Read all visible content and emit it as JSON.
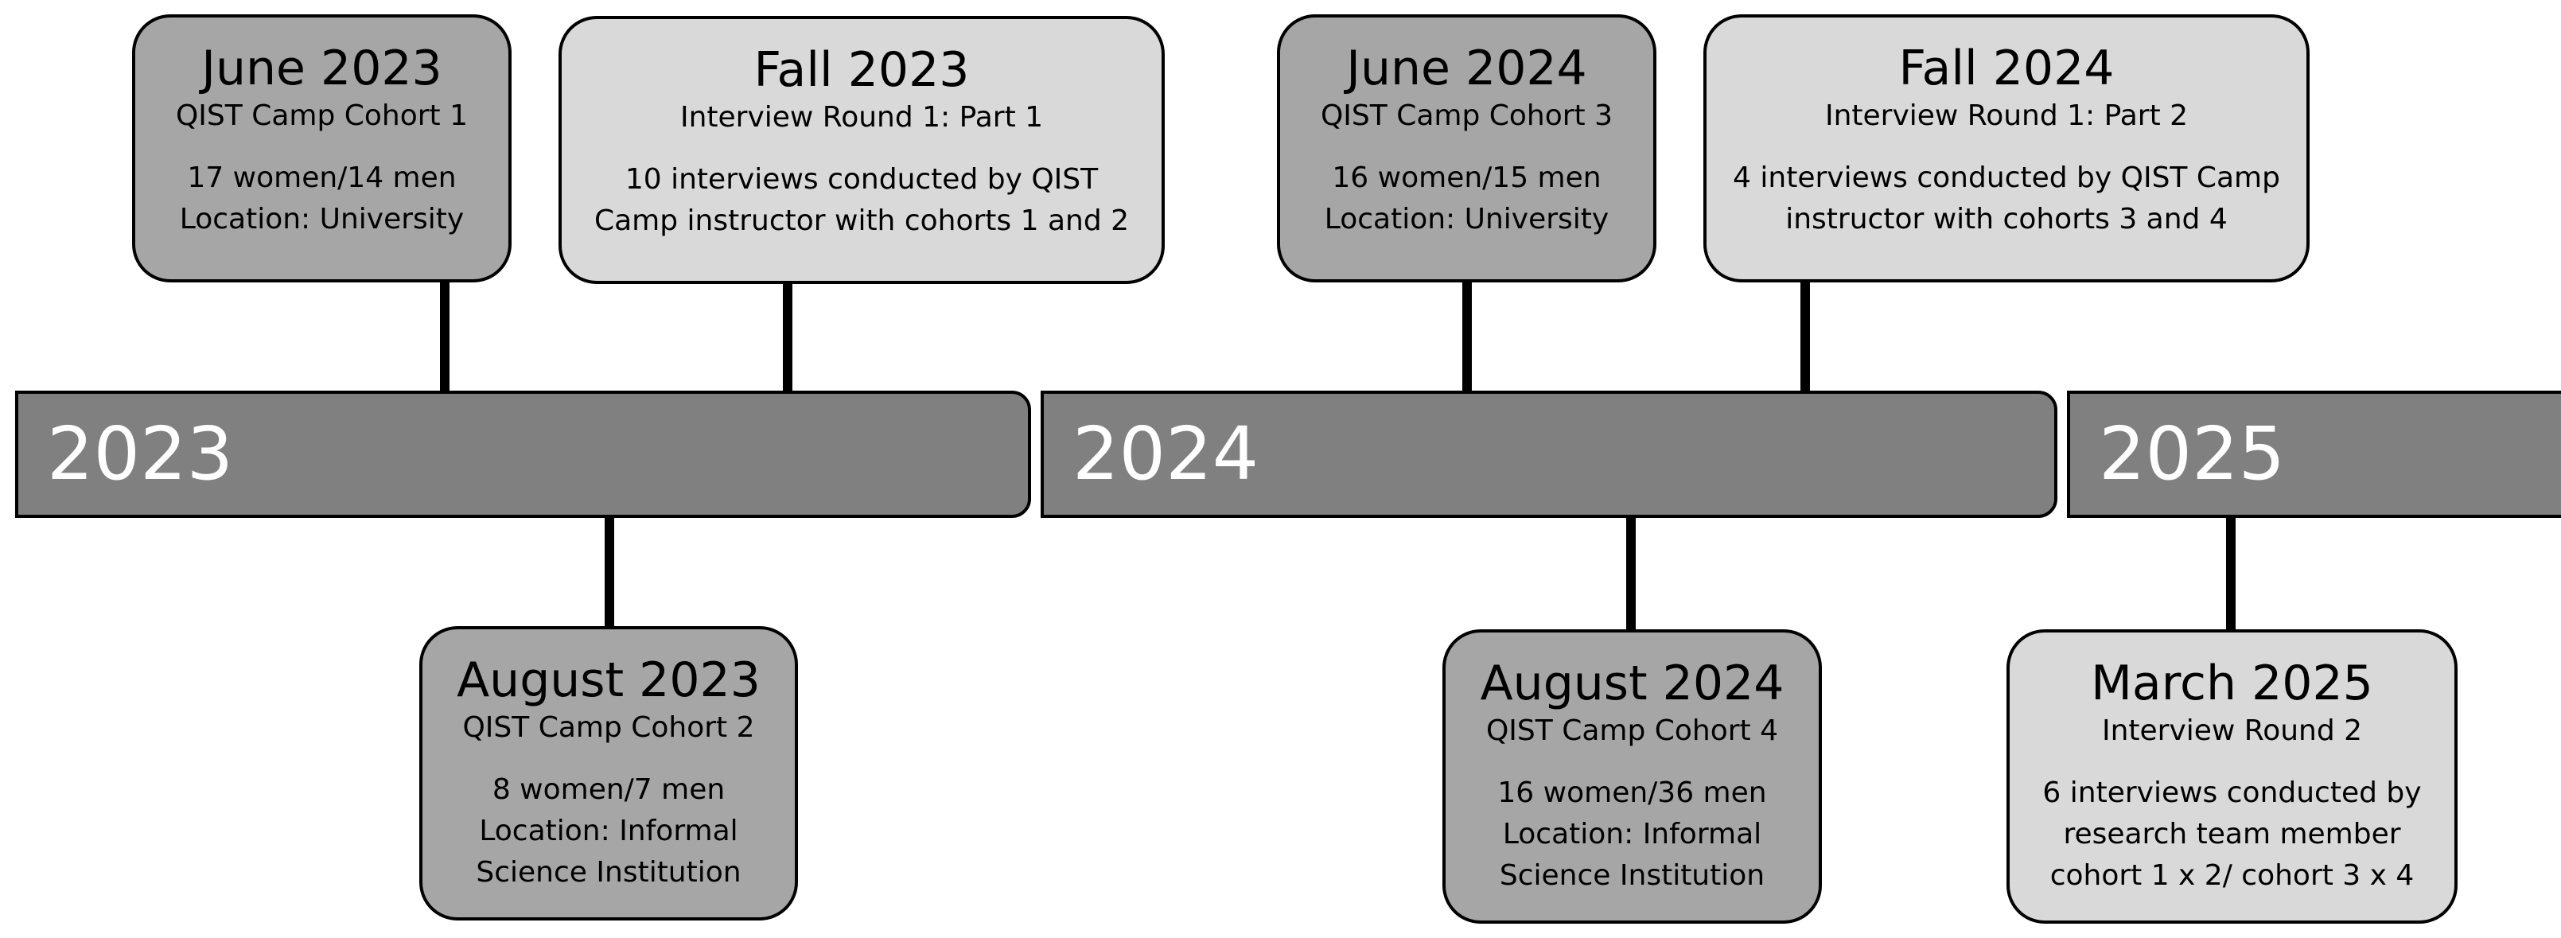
{
  "timeline": {
    "years": [
      "2023",
      "2024",
      "2025"
    ]
  },
  "events": {
    "june_2023": {
      "date": "June 2023",
      "subtitle": "QIST Camp Cohort 1",
      "details": [
        "17 women/14 men",
        "Location: University"
      ]
    },
    "fall_2023": {
      "date": "Fall 2023",
      "subtitle": "Interview Round 1: Part 1",
      "details": [
        "10 interviews conducted by QIST",
        "Camp instructor with cohorts 1 and 2"
      ]
    },
    "june_2024": {
      "date": "June 2024",
      "subtitle": "QIST Camp Cohort 3",
      "details": [
        "16 women/15 men",
        "Location: University"
      ]
    },
    "fall_2024": {
      "date": "Fall 2024",
      "subtitle": "Interview Round 1: Part 2",
      "details": [
        "4 interviews conducted by QIST Camp",
        "instructor with cohorts 3 and 4"
      ]
    },
    "august_2023": {
      "date": "August 2023",
      "subtitle": "QIST Camp Cohort 2",
      "details": [
        "8 women/7 men",
        "Location: Informal",
        "Science Institution"
      ]
    },
    "august_2024": {
      "date": "August 2024",
      "subtitle": "QIST Camp Cohort 4",
      "details": [
        "16 women/36 men",
        "Location: Informal",
        "Science Institution"
      ]
    },
    "march_2025": {
      "date": "March 2025",
      "subtitle": "Interview Round 2",
      "details": [
        "6 interviews conducted by",
        "research team member",
        "cohort 1 x 2/ cohort 3 x 4"
      ]
    }
  },
  "colors": {
    "year_bar": "#808080",
    "event_dark": "#a6a6a6",
    "event_light": "#d9d9d9",
    "outline": "#000000"
  }
}
